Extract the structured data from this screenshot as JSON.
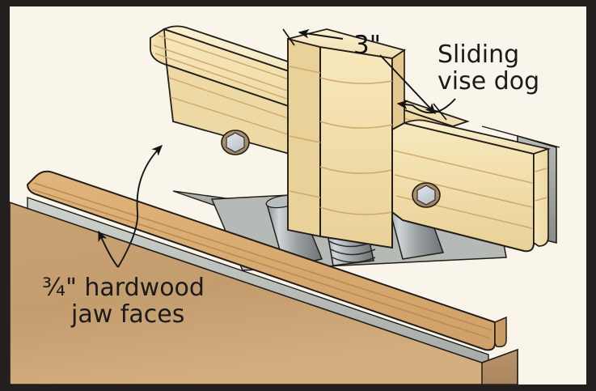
{
  "figure": {
    "kind": "technical-illustration",
    "subject": "Woodworking bench vise with hardwood jaw faces and sliding vise dog",
    "frame_color": "#221f1e",
    "background_color": "#faf5ea"
  },
  "annotations": {
    "dimension": {
      "name": "dog-width-dimension",
      "value": "3\"",
      "style": "double-headed-arrow"
    },
    "callout_dog": {
      "name": "sliding-vise-dog-callout",
      "line1": "Sliding",
      "line2": "vise dog",
      "leader": "curved-single-arrow"
    },
    "callout_jaws": {
      "name": "jaw-faces-callout",
      "line1": "¾\" hardwood",
      "line2": "jaw faces",
      "leader": "branching-double-arrow"
    }
  },
  "palette": {
    "wood_light": "#f5e3b4",
    "wood_light_shade": "#ecd69e",
    "wood_mid": "#e8cf9a",
    "wood_top": "#f7ecc8",
    "wood_end": "#f2dca8",
    "wood_tan": "#d9ab70",
    "wood_tan_dark": "#c2945c",
    "bench_top": "#c8a173",
    "bench_top_dark": "#b08e63",
    "bench_edge": "#bb9468",
    "steel_light": "#c9cdc8",
    "steel_mid": "#a9aeaa",
    "steel_dark": "#7e8480",
    "steel_screw": "#9aa0a0",
    "bolt_head": "#ccd2d8",
    "outline": "#231d18",
    "grain": "#c9a86f",
    "text": "#1b1b1b"
  },
  "parts": [
    {
      "name": "rear-jaw-face",
      "material": "hardwood",
      "note": "back wooden jaw face"
    },
    {
      "name": "front-jaw-face",
      "material": "hardwood",
      "note": "front wooden jaw face on bench edge"
    },
    {
      "name": "sliding-vise-dog",
      "material": "hardwood",
      "note": "tall block standing proud of jaw"
    },
    {
      "name": "right-jaw-block",
      "material": "hardwood",
      "note": "right section of movable jaw"
    },
    {
      "name": "vise-screw",
      "material": "steel",
      "note": "acme threaded screw"
    },
    {
      "name": "guide-rod-left",
      "material": "steel",
      "note": "smooth guide rod"
    },
    {
      "name": "guide-rod-right",
      "material": "steel",
      "note": "smooth guide rod"
    },
    {
      "name": "vise-casting",
      "material": "steel",
      "note": "gray vise body / backing plate"
    },
    {
      "name": "hex-bolt-rear",
      "material": "steel",
      "note": "recessed hex head fastener in rear jaw"
    },
    {
      "name": "hex-bolt-front",
      "material": "steel",
      "note": "recessed hex head fastener in right jaw block"
    },
    {
      "name": "bench-top",
      "material": "hardwood",
      "note": "workbench slab in foreground"
    }
  ]
}
